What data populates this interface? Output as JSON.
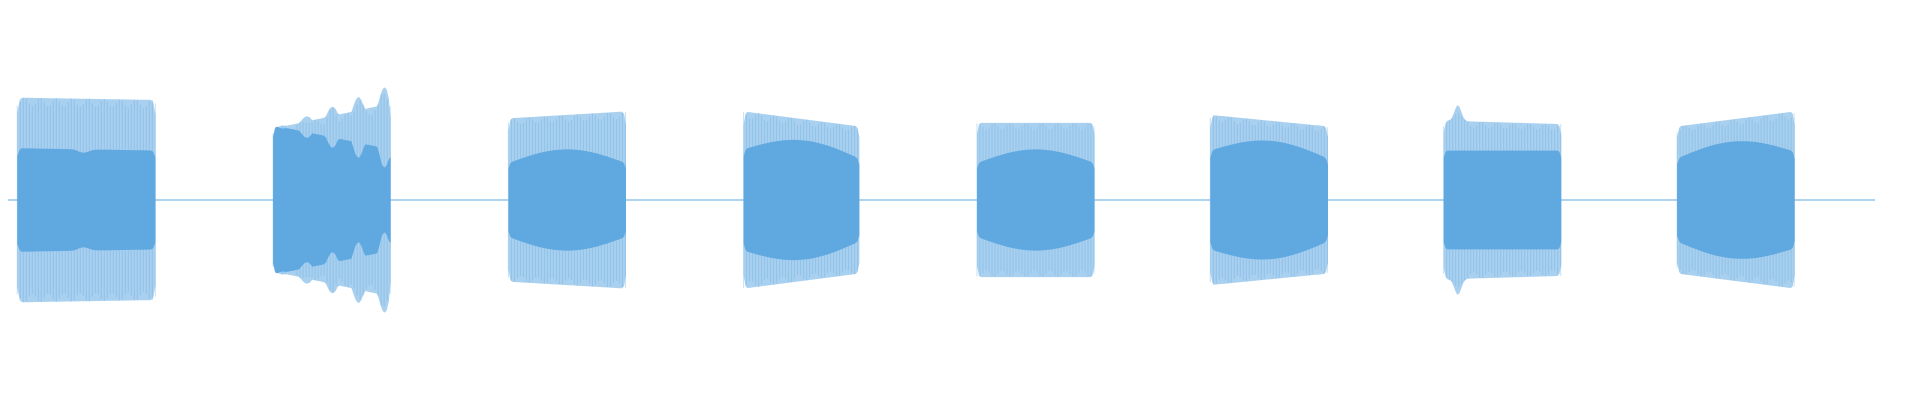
{
  "waveform": {
    "color": "#5fa8e0",
    "light_color": "#a9d0ef",
    "background": "#ffffff",
    "amplitude": {
      "min": -1,
      "max": 1
    },
    "baseline": 0,
    "bursts": [
      {
        "start": 0.005,
        "end": 0.079,
        "outer_start": 0.89,
        "outer_end": 0.87,
        "inner_start": 0.45,
        "inner_end": 0.43,
        "shape": "flat-notch"
      },
      {
        "start": 0.142,
        "end": 0.205,
        "outer_start": 0.62,
        "outer_end": 0.84,
        "inner_start": 0.65,
        "inner_end": 0.44,
        "shape": "ripple"
      },
      {
        "start": 0.268,
        "end": 0.331,
        "outer_start": 0.71,
        "outer_end": 0.77,
        "inner_start": 0.32,
        "inner_end": 0.32,
        "shape": "bulge"
      },
      {
        "start": 0.394,
        "end": 0.456,
        "outer_start": 0.77,
        "outer_end": 0.64,
        "inner_start": 0.44,
        "inner_end": 0.36,
        "shape": "bulge"
      },
      {
        "start": 0.519,
        "end": 0.582,
        "outer_start": 0.67,
        "outer_end": 0.67,
        "inner_start": 0.32,
        "inner_end": 0.32,
        "shape": "bulge"
      },
      {
        "start": 0.644,
        "end": 0.707,
        "outer_start": 0.74,
        "outer_end": 0.64,
        "inner_start": 0.43,
        "inner_end": 0.36,
        "shape": "bulge"
      },
      {
        "start": 0.769,
        "end": 0.832,
        "outer_start": 0.69,
        "outer_end": 0.66,
        "inner_start": 0.43,
        "inner_end": 0.43,
        "shape": "spike"
      },
      {
        "start": 0.894,
        "end": 0.957,
        "outer_start": 0.64,
        "outer_end": 0.77,
        "inner_start": 0.36,
        "inner_end": 0.42,
        "shape": "bulge"
      }
    ]
  }
}
